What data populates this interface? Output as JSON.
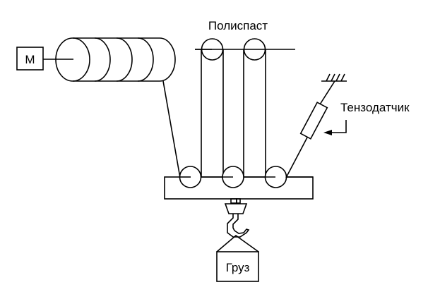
{
  "diagram": {
    "type": "hoist mechanism schematic",
    "labels": {
      "motor": "М",
      "pulley_block": "Полиспаст",
      "strain_gauge": "Тензодатчик",
      "load": "Груз"
    },
    "components": {
      "drum_rope_turns": 4,
      "top_pulleys": 2,
      "bottom_pulleys": 3
    },
    "colors": {
      "stroke": "#000000",
      "background": "#ffffff"
    }
  }
}
